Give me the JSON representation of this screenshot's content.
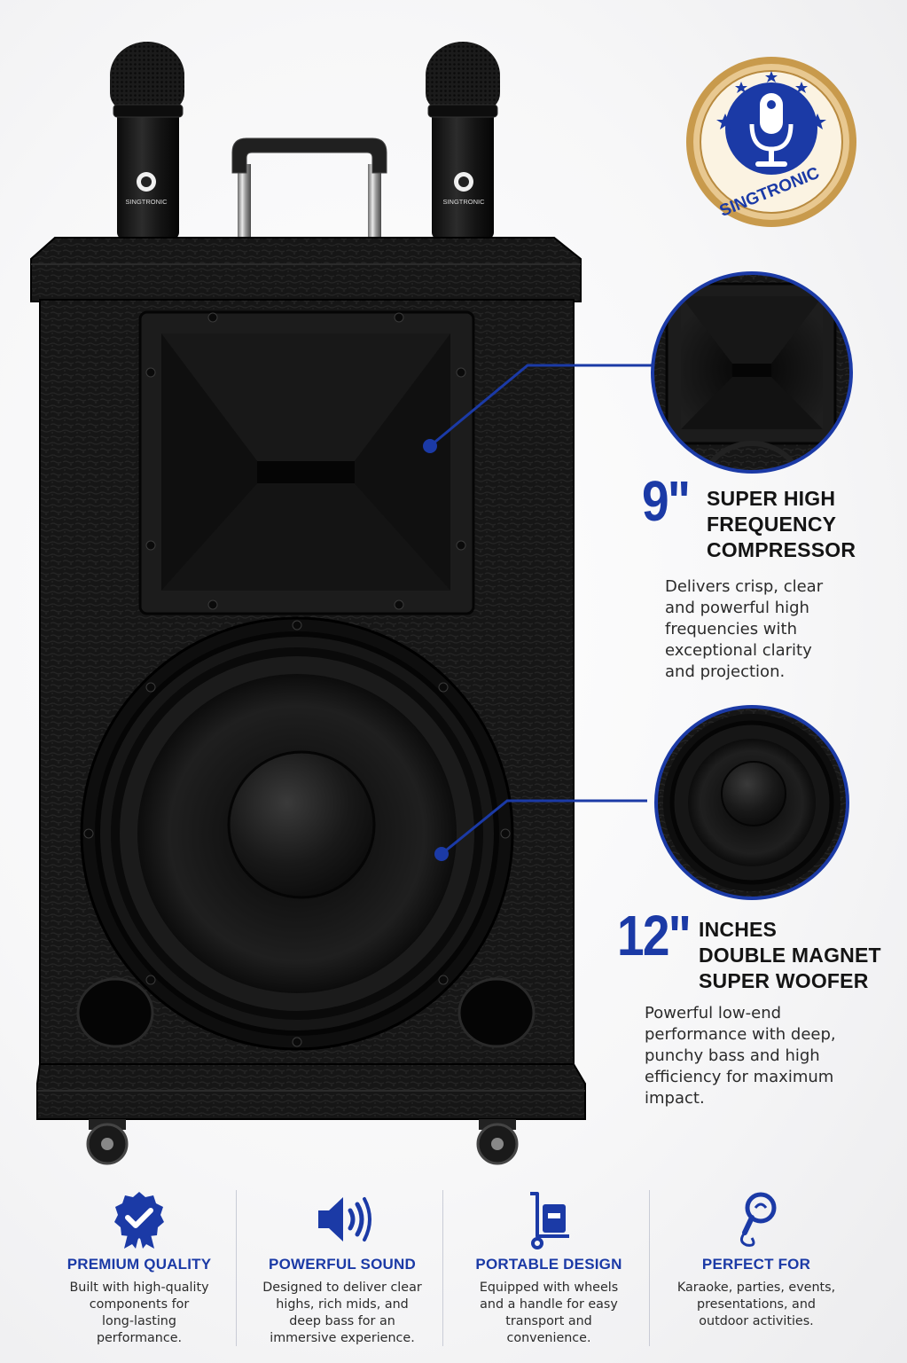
{
  "brand": {
    "name": "SINGTRONIC",
    "mic_label": "SINGTRONIC"
  },
  "compressor": {
    "size": "9\"",
    "title_lines": [
      "SUPER HIGH",
      "FREQUENCY",
      "COMPRESSOR"
    ],
    "description_lines": [
      "Delivers crisp, clear",
      "and powerful high",
      "frequencies with",
      "exceptional clarity",
      "and projection."
    ]
  },
  "woofer": {
    "size": "12\"",
    "title_lines": [
      "INCHES",
      "DOUBLE MAGNET",
      "SUPER WOOFER"
    ],
    "description_lines": [
      "Powerful low-end",
      "performance with deep,",
      "punchy bass and high",
      "efficiency for maximum",
      "impact."
    ]
  },
  "features": [
    {
      "icon": "badge-check-icon",
      "title": "PREMIUM QUALITY",
      "description_lines": [
        "Built with high-quality",
        "components for",
        "long-lasting",
        "performance."
      ]
    },
    {
      "icon": "speaker-sound-icon",
      "title": "POWERFUL SOUND",
      "description_lines": [
        "Designed to deliver clear",
        "highs, rich mids, and",
        "deep bass for an",
        "immersive experience."
      ]
    },
    {
      "icon": "hand-truck-icon",
      "title": "PORTABLE DESIGN",
      "description_lines": [
        "Equipped with wheels",
        "and a handle for easy",
        "transport and",
        "convenience."
      ]
    },
    {
      "icon": "microphone-icon",
      "title": "PERFECT FOR",
      "description_lines": [
        "Karaoke, parties, events,",
        "presentations, and",
        "outdoor activities."
      ]
    }
  ],
  "colors": {
    "accent_blue": "#1b3aa6",
    "gold": "#c89a4c",
    "cabinet": "#151515"
  }
}
